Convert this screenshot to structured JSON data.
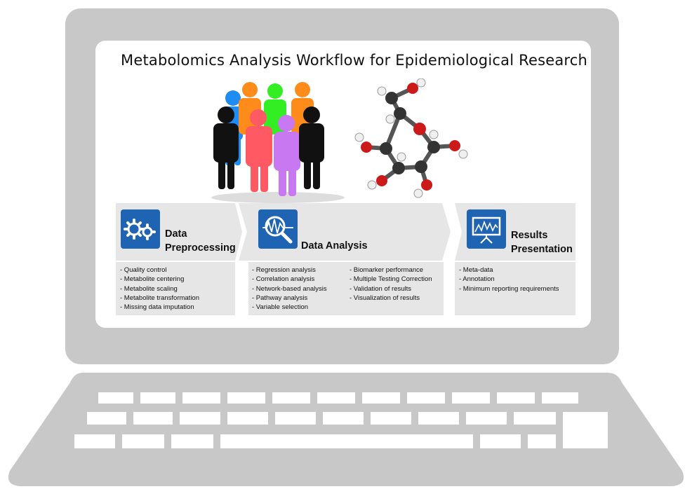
{
  "title": "Metabolomics Analysis Workflow for Epidemiological Research",
  "colors": {
    "laptop": "#c8c8c8",
    "step_fill": "#e6e6e6",
    "icon_blue": "#1f63b3"
  },
  "steps": [
    {
      "icon": "gears-icon",
      "title_lines": [
        "Data",
        "Preprocessing"
      ],
      "items": [
        "- Quality control",
        "- Metabolite centering",
        "- Metabolite scaling",
        "- Metabolite transformation",
        "- Missing data imputation"
      ]
    },
    {
      "icon": "magnifier-chart-icon",
      "title_lines": [
        "Data Analysis"
      ],
      "items_left": [
        "- Regression analysis",
        "- Correlation analysis",
        "- Network-based analysis",
        "- Pathway analysis",
        "- Variable selection"
      ],
      "items_right": [
        "- Biomarker performance",
        "- Multiple Testing Correction",
        "- Validation of results",
        "- Visualization of results"
      ]
    },
    {
      "icon": "presentation-board-icon",
      "title_lines": [
        "Results",
        "Presentation"
      ],
      "items": [
        "- Meta-data",
        "- Annotation",
        "- Minimum reporting requirements"
      ]
    }
  ]
}
